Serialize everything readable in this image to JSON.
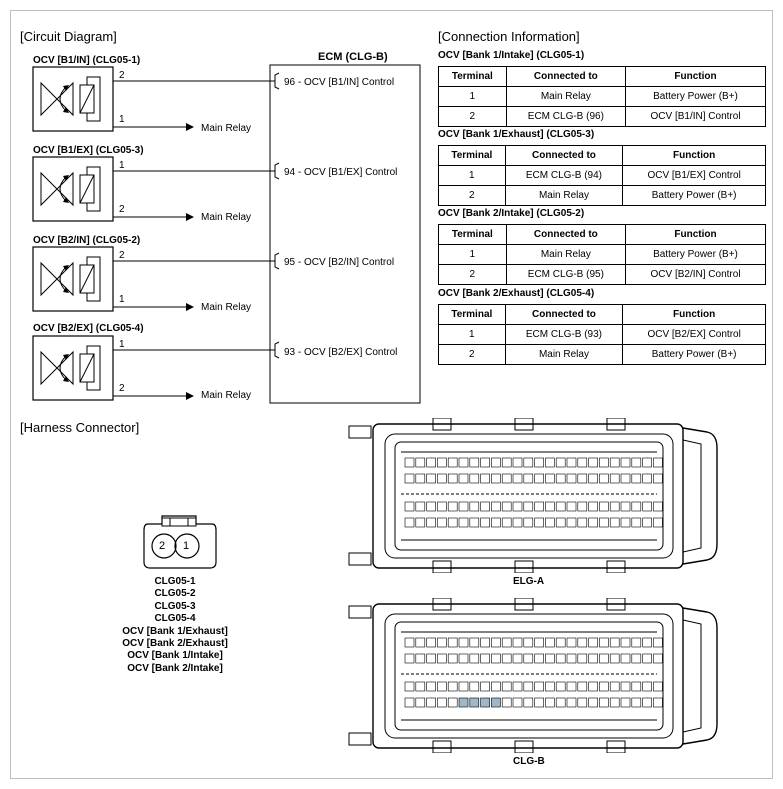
{
  "sections": {
    "circuit_diagram": "[Circuit Diagram]",
    "connection_info": "[Connection Information]",
    "harness_connector": "[Harness Connector]"
  },
  "ecm": {
    "title": "ECM (CLG-B)",
    "pins": [
      "96 - OCV [B1/IN] Control",
      "94 - OCV [B1/EX] Control",
      "95 - OCV [B2/IN] Control",
      "93 - OCV [B2/EX] Control"
    ]
  },
  "ocvs": [
    {
      "label": "OCV [B1/IN] (CLG05-1)",
      "top_pin": "2",
      "bottom_pin": "1",
      "relay": "Main Relay"
    },
    {
      "label": "OCV [B1/EX] (CLG05-3)",
      "top_pin": "1",
      "bottom_pin": "2",
      "relay": "Main Relay"
    },
    {
      "label": "OCV [B2/IN] (CLG05-2)",
      "top_pin": "2",
      "bottom_pin": "1",
      "relay": "Main Relay"
    },
    {
      "label": "OCV [B2/EX] (CLG05-4)",
      "top_pin": "1",
      "bottom_pin": "2",
      "relay": "Main Relay"
    }
  ],
  "tables": [
    {
      "title": "OCV [Bank 1/Intake] (CLG05-1)",
      "headers": [
        "Terminal",
        "Connected to",
        "Function"
      ],
      "rows": [
        [
          "1",
          "Main Relay",
          "Battery Power (B+)"
        ],
        [
          "2",
          "ECM CLG-B (96)",
          "OCV [B1/IN] Control"
        ]
      ]
    },
    {
      "title": "OCV [Bank 1/Exhaust] (CLG05-3)",
      "headers": [
        "Terminal",
        "Connected to",
        "Function"
      ],
      "rows": [
        [
          "1",
          "ECM CLG-B (94)",
          "OCV [B1/EX] Control"
        ],
        [
          "2",
          "Main Relay",
          "Battery Power (B+)"
        ]
      ]
    },
    {
      "title": "OCV [Bank 2/Intake] (CLG05-2)",
      "headers": [
        "Terminal",
        "Connected to",
        "Function"
      ],
      "rows": [
        [
          "1",
          "Main Relay",
          "Battery Power (B+)"
        ],
        [
          "2",
          "ECM CLG-B (95)",
          "OCV [B2/IN] Control"
        ]
      ]
    },
    {
      "title": "OCV [Bank 2/Exhaust] (CLG05-4)",
      "headers": [
        "Terminal",
        "Connected to",
        "Function"
      ],
      "rows": [
        [
          "1",
          "ECM CLG-B (93)",
          "OCV [B2/EX] Control"
        ],
        [
          "2",
          "Main Relay",
          "Battery Power (B+)"
        ]
      ]
    }
  ],
  "connector_small": {
    "pins": [
      "2",
      "1"
    ],
    "names": [
      "CLG05-1",
      "CLG05-2",
      "CLG05-3",
      "CLG05-4",
      "OCV [Bank 1/Exhaust]",
      "OCV [Bank 2/Exhaust]",
      "OCV [Bank 1/Intake]",
      "OCV [Bank 2/Intake]"
    ]
  },
  "connector_a": {
    "label": "ELG-A"
  },
  "connector_b": {
    "label": "CLG-B"
  }
}
